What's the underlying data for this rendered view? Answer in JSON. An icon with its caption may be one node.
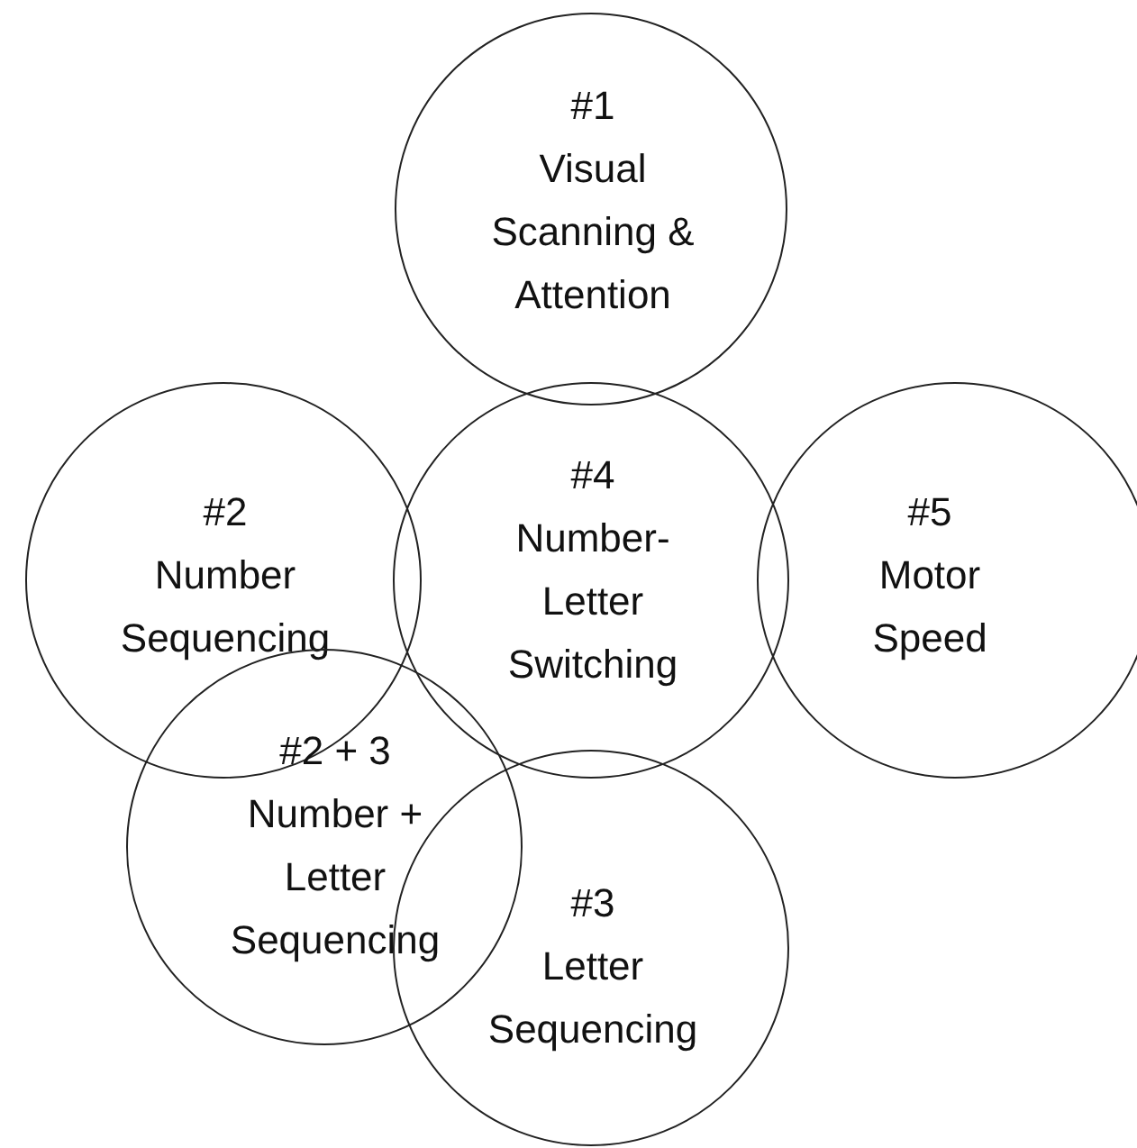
{
  "diagram": {
    "nodes": [
      {
        "text": [
          "#1",
          "Visual Scanning & Attention"
        ]
      },
      {
        "text": [
          "#2",
          "Number Sequencing"
        ]
      },
      {
        "text": [
          "#4",
          "Number-Letter Switching"
        ]
      },
      {
        "text": [
          "#5",
          "Motor Speed"
        ]
      },
      {
        "text": [
          "#2 + 3",
          "Number + Letter Sequencing"
        ]
      },
      {
        "text": [
          "#3",
          "Letter Sequencing"
        ]
      }
    ]
  }
}
